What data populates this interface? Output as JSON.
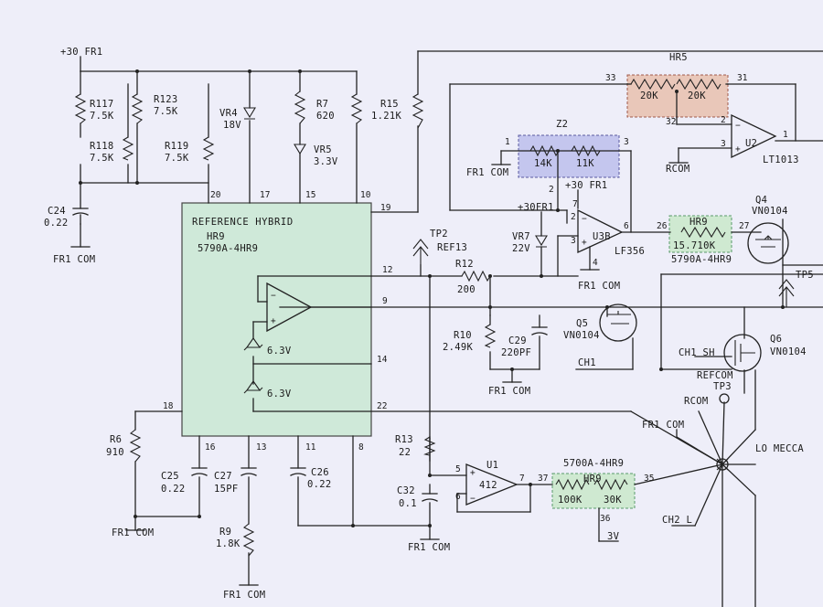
{
  "colors": {
    "background": "#eeeef9",
    "ink": "#222222",
    "ref_hybrid_fill": "#cfe9d9",
    "hr5_fill": "#e9c7b9",
    "z2_fill": "#c4c6ee",
    "hr9_fill": "#cfe9d1"
  },
  "labels": {
    "plus30_fr1_top": "+30 FR1",
    "r117": "R117",
    "r117_val": "7.5K",
    "r123": "R123",
    "r123_val": "7.5K",
    "r118": "R118",
    "r118_val": "7.5K",
    "r119": "R119",
    "r119_val": "7.5K",
    "vr4": "VR4",
    "vr4_val": "18V",
    "r7": "R7",
    "r7_val": "620",
    "vr5": "VR5",
    "vr5_val": "3.3V",
    "r15": "R15",
    "r15_val": "1.21K",
    "c24": "C24",
    "c24_val": "0.22",
    "fr1_com": "FR1 COM",
    "ref_hybrid_title": "REFERENCE HYBRID",
    "ref_hybrid_part": "HR9",
    "ref_hybrid_code": "5790A-4HR9",
    "zener1": "6.3V",
    "zener2": "6.3V",
    "hr5": "HR5",
    "hr5_r1": "20K",
    "hr5_r2": "20K",
    "z2": "Z2",
    "z2_r1": "14K",
    "z2_r2": "11K",
    "u2": "U2",
    "u2_part": "LT1013",
    "rcom": "RCOM",
    "plus30_fr1_mid": "+30 FR1",
    "plus30_fr1_vr7": "+30FR1",
    "tp2": "TP2",
    "ref13": "REF13",
    "vr7": "VR7",
    "vr7_val": "22V",
    "u3b": "U3B",
    "lf356": "LF356",
    "r12": "R12",
    "r12_val": "200",
    "hr9_mid": "HR9",
    "hr9_mid_val": "15.710K",
    "hr9_mid_code": "5790A-4HR9",
    "q4": "Q4",
    "q4_part": "VN0104",
    "tp5": "TP5",
    "r10": "R10",
    "r10_val": "2.49K",
    "c29": "C29",
    "c29_val": "220PF",
    "q5": "Q5",
    "q5_part": "VN0104",
    "q6": "Q6",
    "q6_part": "VN0104",
    "ch1_sh": "CH1 SH",
    "ch1": "CH1",
    "refcom": "REFCOM",
    "tp3": "TP3",
    "rcom2": "RCOM",
    "fr1_com_lm": "FR1 COM",
    "lo_mecca": "LO MECCA",
    "r6": "R6",
    "r6_val": "910",
    "c25": "C25",
    "c25_val": "0.22",
    "c27": "C27",
    "c27_val": "15PF",
    "c26": "C26",
    "c26_val": "0.22",
    "r9": "R9",
    "r9_val": "1.8K",
    "r13": "R13",
    "r13_val": "22",
    "c32": "C32",
    "c32_val": "0.1",
    "u1": "U1",
    "u1_part": "412",
    "hr9_bot_code": "5700A-4HR9",
    "hr9_bot": "HR9",
    "hr9_bot_r1": "100K",
    "hr9_bot_r2": "30K",
    "ch2_l": "CH2 L",
    "v3": "3V"
  },
  "pins": {
    "p20": "20",
    "p17": "17",
    "p15": "15",
    "p10": "10",
    "p19": "19",
    "p12": "12",
    "p9": "9",
    "p14": "14",
    "p22": "22",
    "p18": "18",
    "p16": "16",
    "p13": "13",
    "p11": "11",
    "p8": "8",
    "p33": "33",
    "p31": "31",
    "p32": "32",
    "u2_2": "2",
    "u2_3": "3",
    "u2_1": "1",
    "z2_1": "1",
    "z2_2": "2",
    "z2_3": "3",
    "u3_7": "7",
    "u3_2": "2",
    "u3_3": "3",
    "u3_6": "6",
    "u3_4": "4",
    "p26": "26",
    "p27": "27",
    "u1_5": "5",
    "u1_6": "6",
    "u1_7": "7",
    "p37": "37",
    "p35": "35",
    "p36": "36",
    "u2_minus": "−",
    "u2_plus": "+",
    "u3_minus": "−",
    "u3_plus": "+",
    "hyb_minus": "−",
    "hyb_plus": "+",
    "u1_plus": "+",
    "u1_minus": "−"
  }
}
